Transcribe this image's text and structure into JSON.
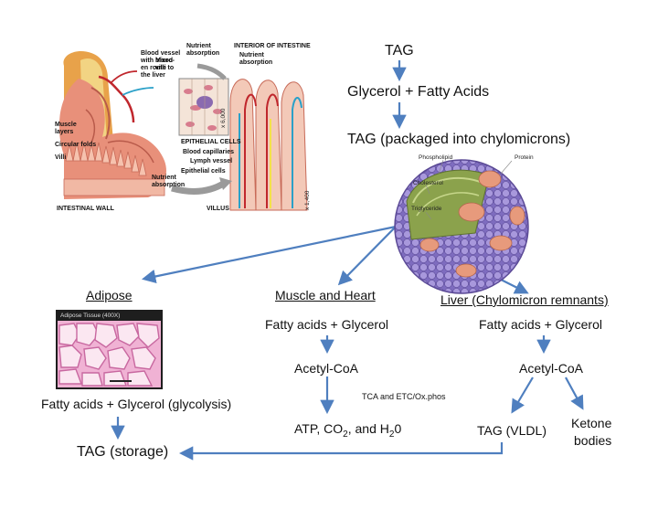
{
  "top": {
    "tag": "TAG",
    "glycerol_fatty_acids": "Glycerol + Fatty Acids",
    "tag_chylomicrons": "TAG (packaged into chylomicrons)"
  },
  "intestine_figure": {
    "blood_vessel": [
      "Blood vessel",
      "with blood",
      "en route to",
      "the liver"
    ],
    "muscle_layers": [
      "Muscle",
      "layers"
    ],
    "circular_folds": "Circular folds",
    "villi": "Villi",
    "intestinal_wall": "INTESTINAL WALL",
    "nutrient_absorption_top": [
      "Nutrient",
      "absorption"
    ],
    "microvilli": [
      "Micro-",
      "villi"
    ],
    "interior": "INTERIOR OF INTESTINE",
    "nutrient_absorption_right": [
      "Nutrient",
      "absorption"
    ],
    "epithelial_cells_caps": "EPITHELIAL CELLS",
    "blood_capillaries": "Blood capillaries",
    "lymph_vessel": "Lymph vessel",
    "epithelial_cells": "Epithelial cells",
    "nutrient_absorption_bottom": [
      "Nutrient",
      "absorption"
    ],
    "villus": "VILLUS",
    "mag1": "x 6,000",
    "mag2": "x 1,400"
  },
  "chylomicron_figure": {
    "phospholipid": "Phospholipid",
    "protein": "Protein",
    "cholesterol": "Cholesterol",
    "triglyceride": "Triglyceride"
  },
  "adipose": {
    "heading": "Adipose",
    "micrograph_caption": "Adipose Tissue (400X)",
    "fatty_glycerol": "Fatty acids + Glycerol (glycolysis)",
    "tag_storage": "TAG  (storage)"
  },
  "muscle": {
    "heading": "Muscle and Heart",
    "fatty_glycerol": "Fatty acids + Glycerol",
    "acetyl_coa": "Acetyl-CoA",
    "tca": "TCA and ETC/Ox.phos",
    "atp_prefix": "ATP, CO",
    "co2_sub": "2",
    "atp_mid": ", and H",
    "h2o_sub": "2",
    "atp_suffix": "0"
  },
  "liver": {
    "heading": "Liver (Chylomicron remnants)",
    "fatty_glycerol": "Fatty acids + Glycerol",
    "acetyl_coa": "Acetyl-CoA",
    "tag_vldl": "TAG (VLDL)",
    "ketone": [
      "Ketone",
      "bodies"
    ]
  },
  "colors": {
    "arrow": "#4f7fbf",
    "sphere": "#9a86d0",
    "sphere_dark": "#5b4a96",
    "core": "#8ba24c",
    "protein": "#e79a7c",
    "adipose_bg": "#f0b2d4",
    "tissue": "#e8907a",
    "blood": "#c0272d",
    "lymph": "#2aa0c8"
  }
}
